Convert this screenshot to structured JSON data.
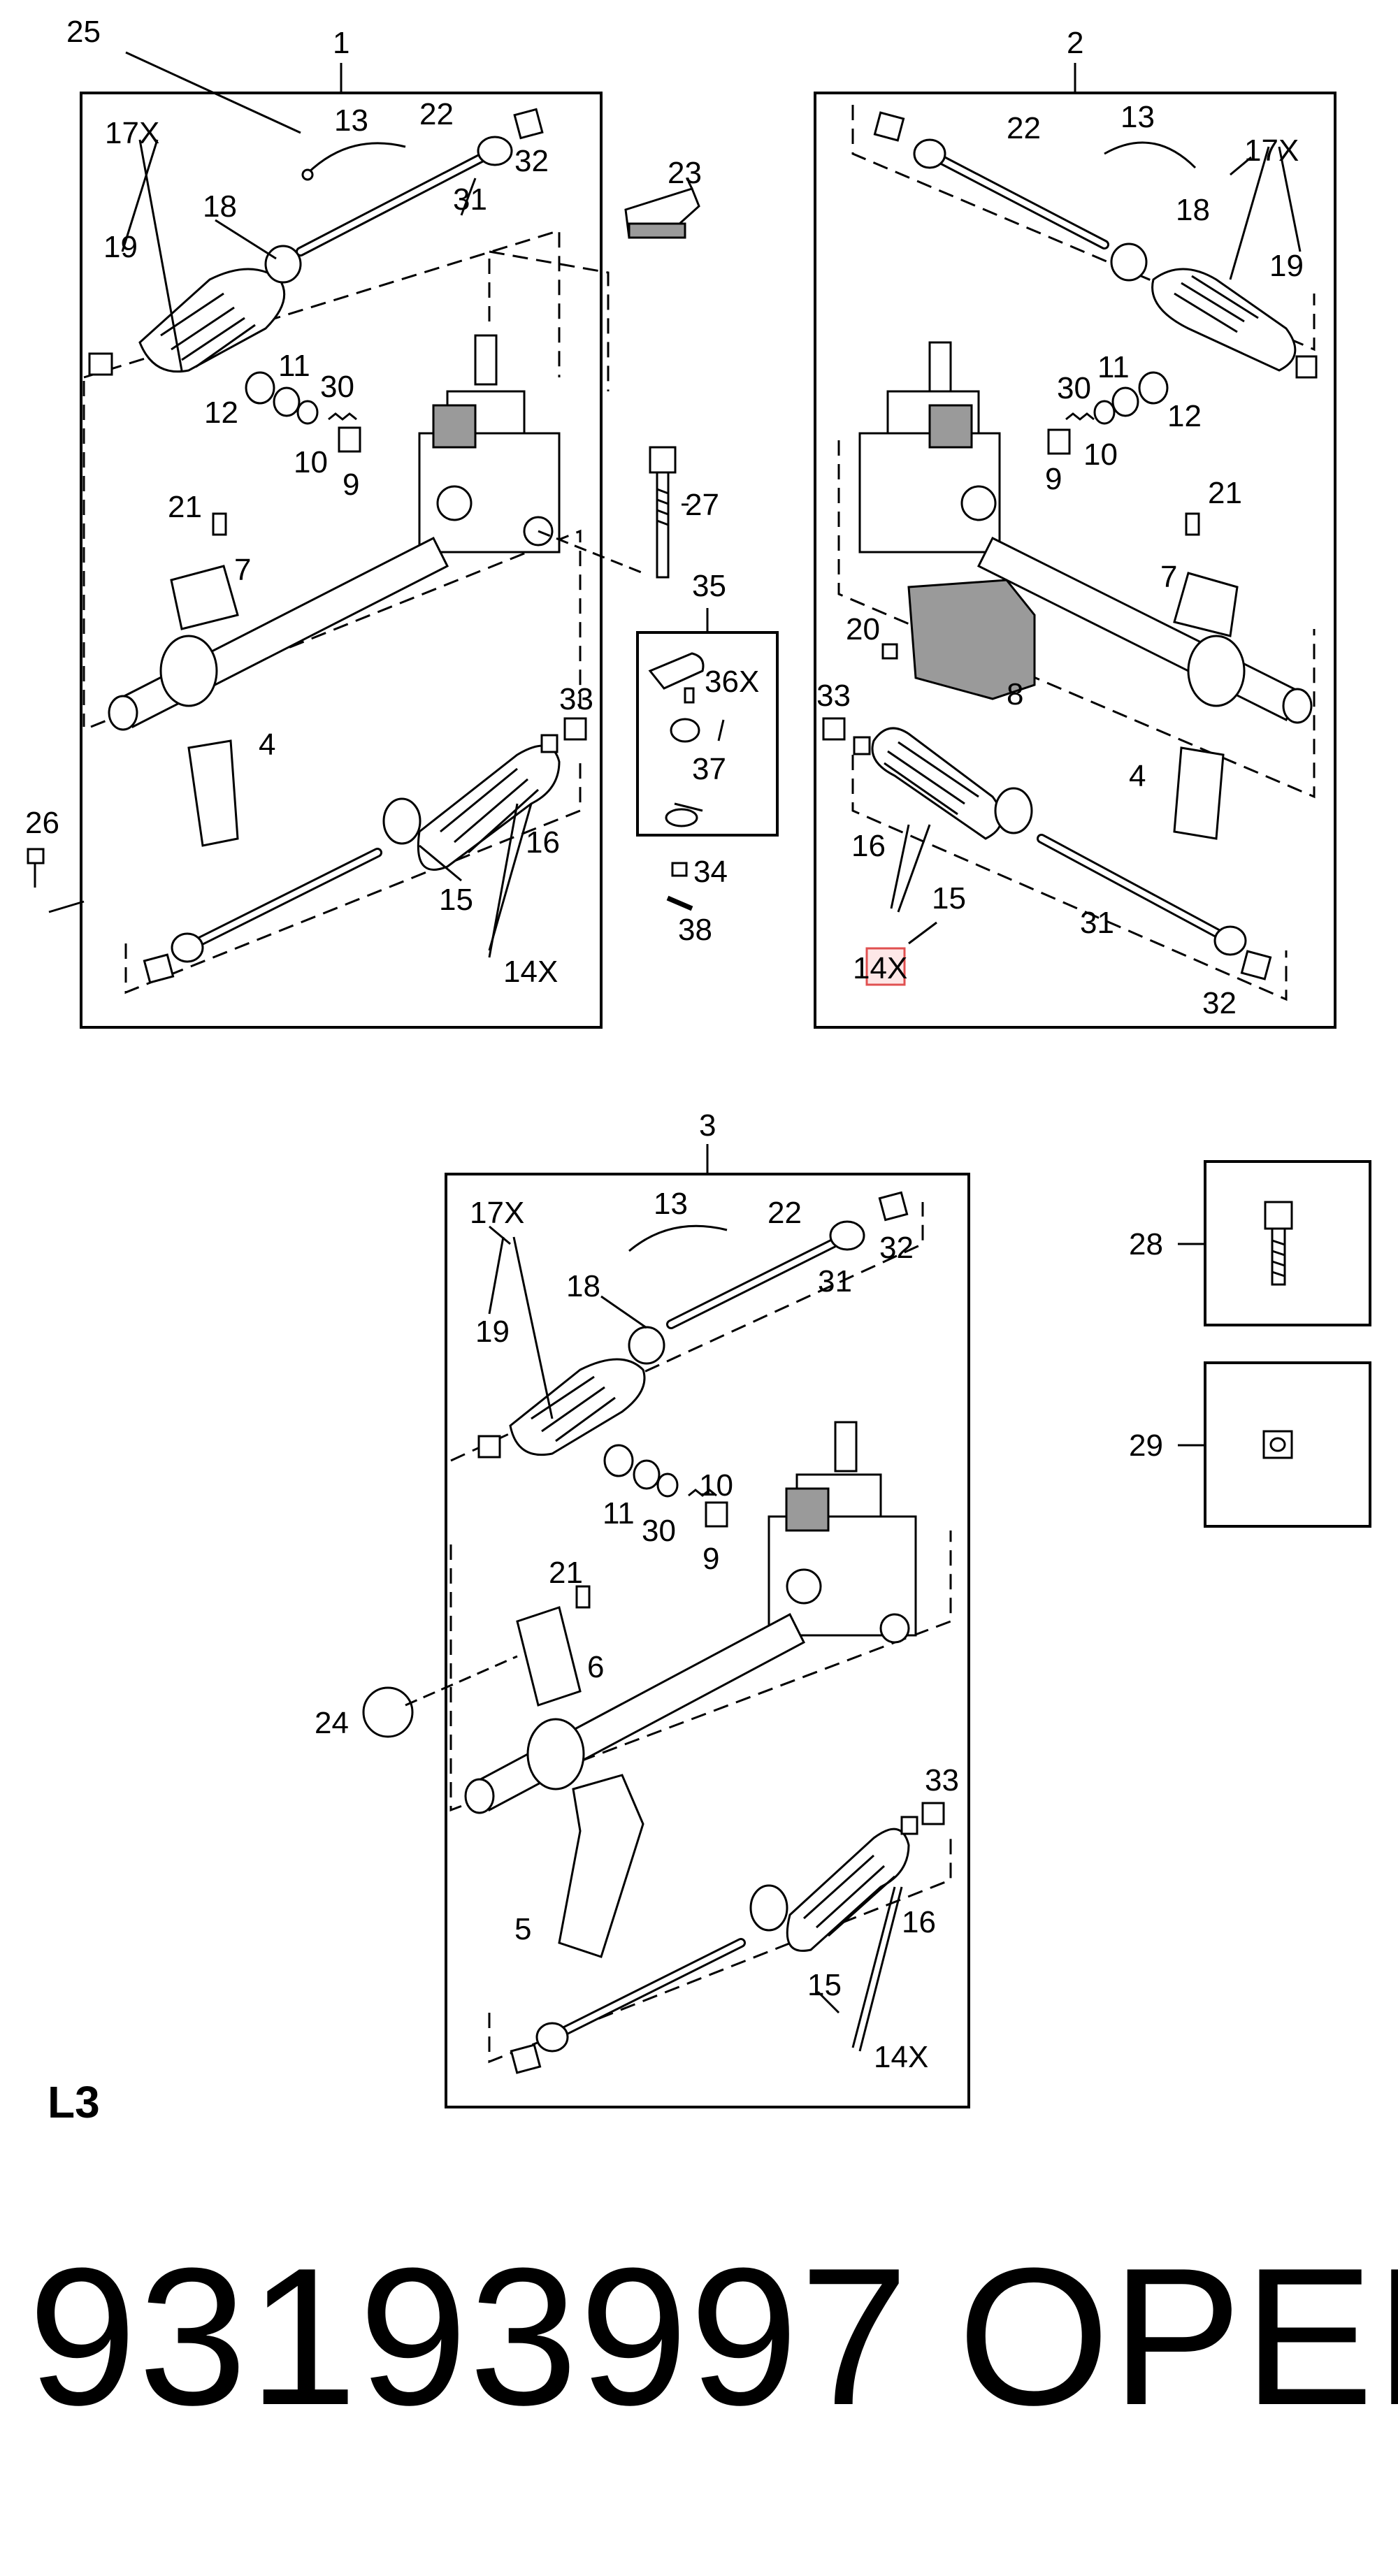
{
  "panels": {
    "p1": {
      "number": "1",
      "labels": [
        "25",
        "17X",
        "13",
        "22",
        "32",
        "18",
        "31",
        "19",
        "11",
        "12",
        "30",
        "10",
        "9",
        "21",
        "7",
        "4",
        "33",
        "16",
        "15",
        "14X",
        "26"
      ]
    },
    "p2": {
      "number": "2",
      "labels": [
        "22",
        "13",
        "17X",
        "18",
        "19",
        "30",
        "11",
        "12",
        "10",
        "9",
        "21",
        "7",
        "20",
        "8",
        "33",
        "4",
        "16",
        "15",
        "31",
        "14X",
        "32"
      ]
    },
    "p3": {
      "number": "3",
      "labels": [
        "17X",
        "13",
        "22",
        "32",
        "18",
        "31",
        "19",
        "10",
        "11",
        "30",
        "9",
        "21",
        "6",
        "24",
        "33",
        "5",
        "16",
        "15",
        "14X"
      ]
    }
  },
  "loose_parts": {
    "p23": "23",
    "p27": "27",
    "p35": "35",
    "p36": "36X",
    "p37": "37",
    "p34": "34",
    "p38": "38",
    "p28": "28",
    "p29": "29"
  },
  "figure_code": "L3",
  "part_number": "93193997",
  "brand": "OPEL",
  "colors": {
    "highlight": "#e05050"
  }
}
